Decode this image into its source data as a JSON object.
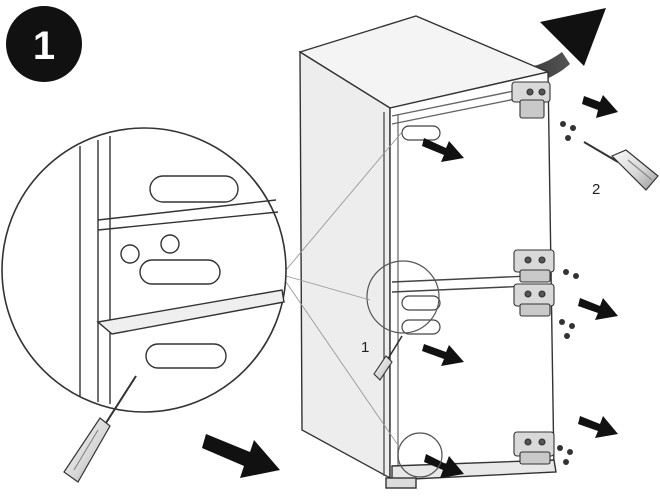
{
  "diagram": {
    "step_number": "1",
    "callouts": {
      "first": "1",
      "second": "2"
    }
  }
}
